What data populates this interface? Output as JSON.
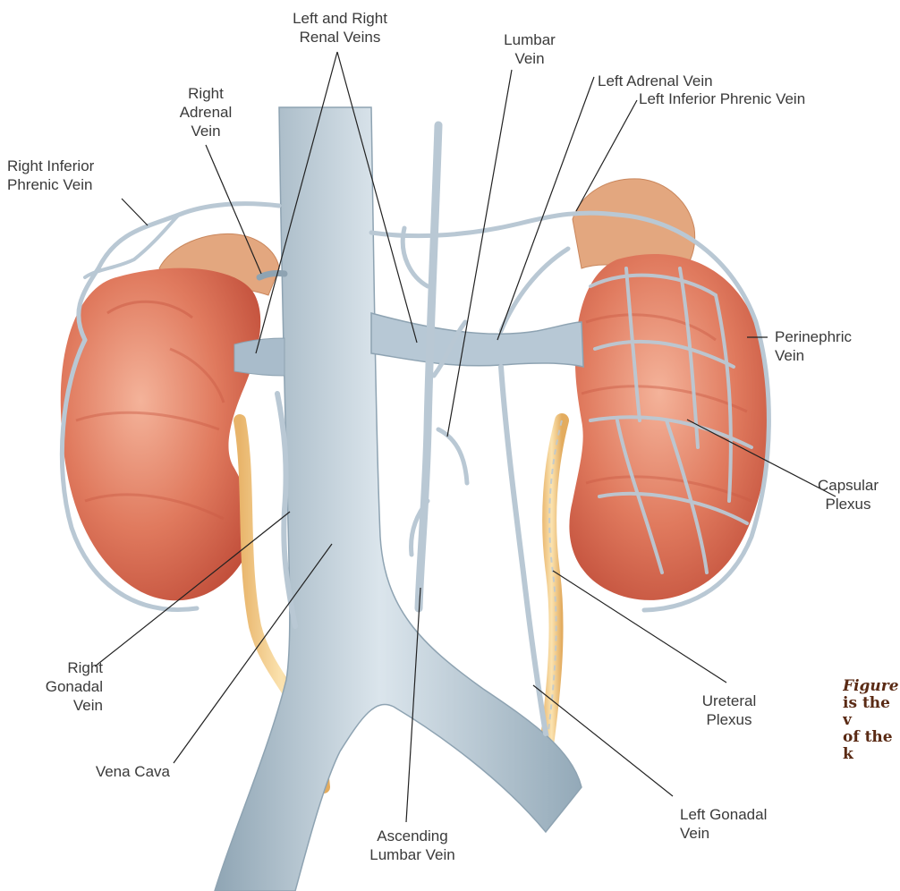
{
  "labels": {
    "renal_veins": "Left and Right\nRenal Veins",
    "lumbar_vein": "Lumbar\nVein",
    "left_adrenal": "Left Adrenal Vein",
    "left_inferior_phrenic": "Left Inferior Phrenic Vein",
    "right_adrenal": "Right\nAdrenal\nVein",
    "right_inferior_phrenic": "Right Inferior\nPhrenic Vein",
    "perinephric": "Perinephric\nVein",
    "capsular_plexus": "Capsular\nPlexus",
    "right_gonadal": "Right\nGonadal\nVein",
    "ureteral_plexus": "Ureteral\nPlexus",
    "vena_cava": "Vena Cava",
    "ascending_lumbar": "Ascending\nLumbar Vein",
    "left_gonadal": "Left Gonadal\nVein"
  },
  "caption": {
    "figure_word": "Figure",
    "line2": "is the v",
    "line3": "of the k"
  },
  "colors": {
    "vein": "#b9c8d4",
    "vein_dark": "#8ea3b2",
    "kidney": "#d9684f",
    "kidney_light": "#f0a48a",
    "adrenal": "#e0a27a",
    "ureter": "#f3cf8f",
    "leader": "#222222"
  }
}
